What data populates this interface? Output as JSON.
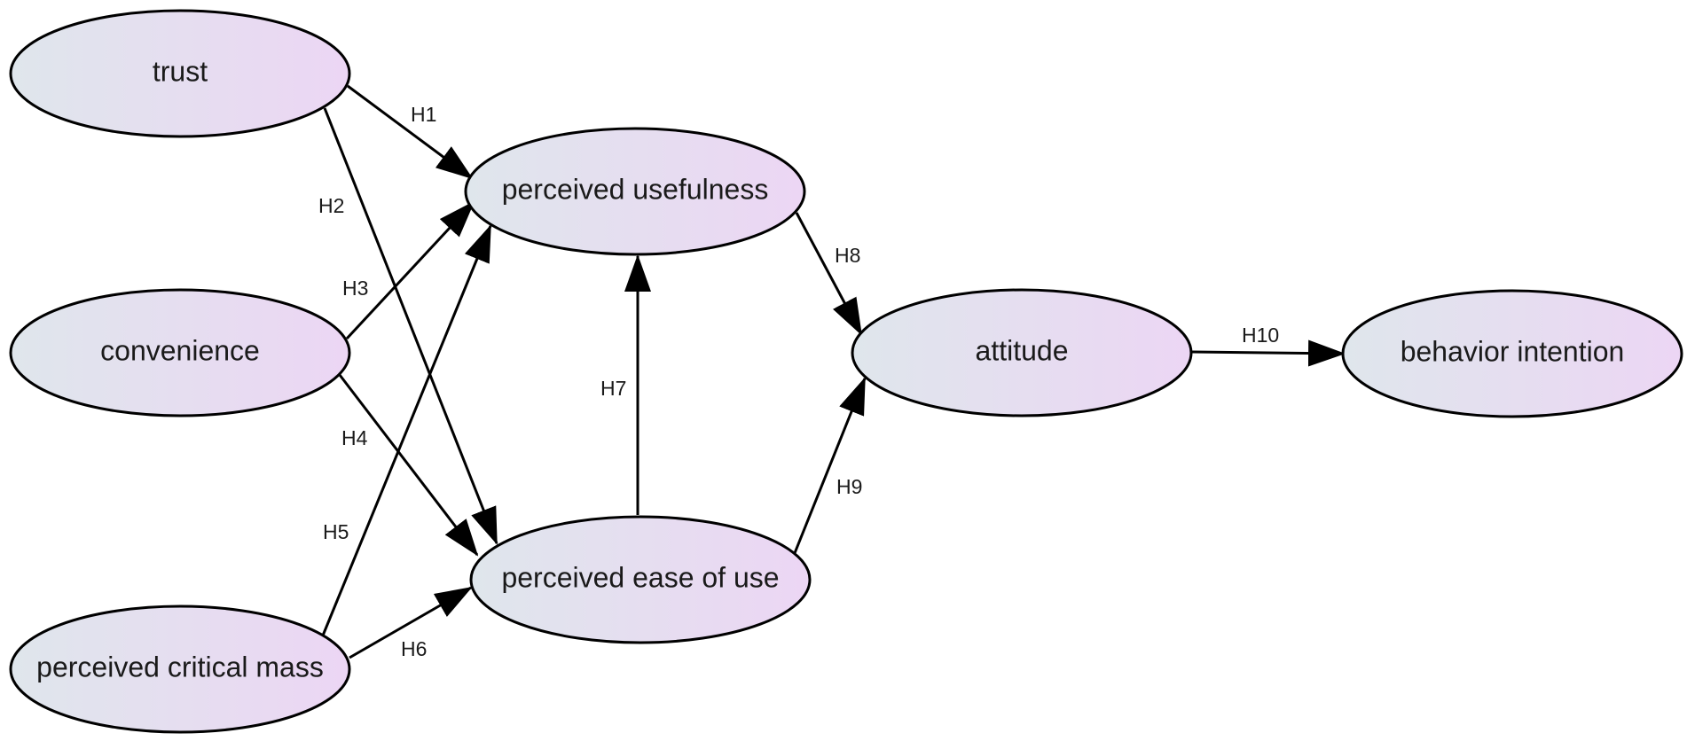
{
  "colors": {
    "node_fill_start": "#dfe6ec",
    "node_fill_end": "#ecd6f4",
    "stroke": "#000000",
    "text": "#1a1a1a"
  },
  "nodes": {
    "trust": "trust",
    "convenience": "convenience",
    "critical_mass": "perceived critical mass",
    "usefulness": "perceived usefulness",
    "ease_of_use": "perceived ease of use",
    "attitude": "attitude",
    "behavior_intention": "behavior intention"
  },
  "edges": [
    {
      "label": "H1",
      "from": "trust",
      "to": "perceived usefulness"
    },
    {
      "label": "H2",
      "from": "trust",
      "to": "perceived ease of use"
    },
    {
      "label": "H3",
      "from": "convenience",
      "to": "perceived usefulness"
    },
    {
      "label": "H4",
      "from": "convenience",
      "to": "perceived ease of use"
    },
    {
      "label": "H5",
      "from": "perceived critical mass",
      "to": "perceived usefulness"
    },
    {
      "label": "H6",
      "from": "perceived critical mass",
      "to": "perceived ease of use"
    },
    {
      "label": "H7",
      "from": "perceived ease of use",
      "to": "perceived usefulness"
    },
    {
      "label": "H8",
      "from": "perceived usefulness",
      "to": "attitude"
    },
    {
      "label": "H9",
      "from": "perceived ease of use",
      "to": "attitude"
    },
    {
      "label": "H10",
      "from": "attitude",
      "to": "behavior intention"
    }
  ]
}
